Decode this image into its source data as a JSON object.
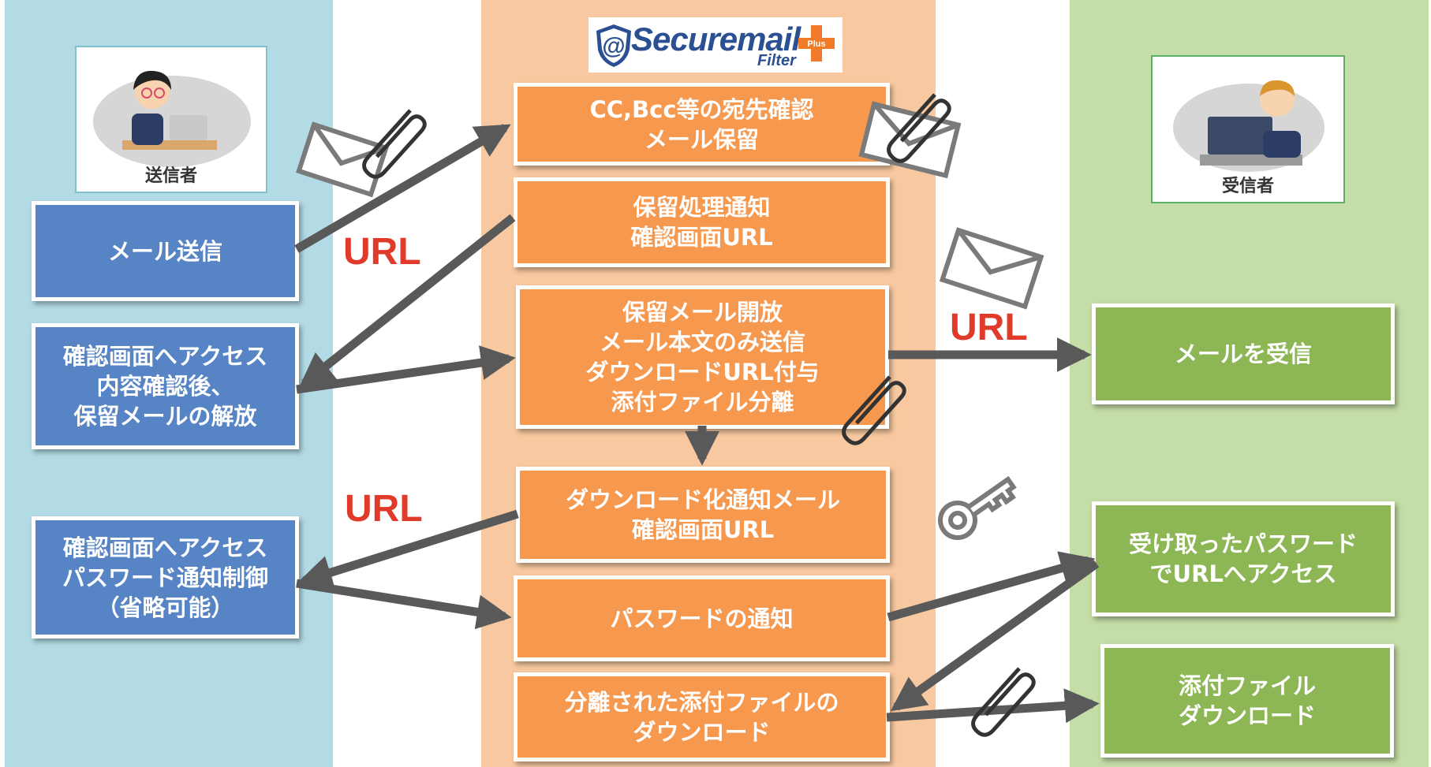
{
  "logo": {
    "name": "Securemail",
    "sub": "Filter",
    "badge": "Plus",
    "at": "@"
  },
  "sender": {
    "label": "送信者",
    "steps": [
      "メール送信",
      "確認画面へアクセス\n内容確認後、\n保留メールの解放",
      "確認画面へアクセス\nパスワード通知制御\n（省略可能）"
    ]
  },
  "service": {
    "steps": [
      "CC,Bcc等の宛先確認\nメール保留",
      "保留処理通知\n確認画面URL",
      "保留メール開放\nメール本文のみ送信\nダウンロードURL付与\n添付ファイル分離",
      "ダウンロード化通知メール\n確認画面URL",
      "パスワードの通知",
      "分離された添付ファイルの\nダウンロード"
    ]
  },
  "receiver": {
    "label": "受信者",
    "steps": [
      "メールを受信",
      "受け取ったパスワード\nでURLへアクセス",
      "添付ファイル\nダウンロード"
    ]
  },
  "url_labels": [
    "URL",
    "URL",
    "URL"
  ],
  "colors": {
    "sender_lane": "#b3dbe6",
    "service_lane": "#f8c9a0",
    "receiver_lane": "#c5dda6",
    "sender_box": "#5684c4",
    "service_box": "#f7984f",
    "receiver_box": "#8db654",
    "arrow": "#595959",
    "url_text": "#e03a2a"
  }
}
